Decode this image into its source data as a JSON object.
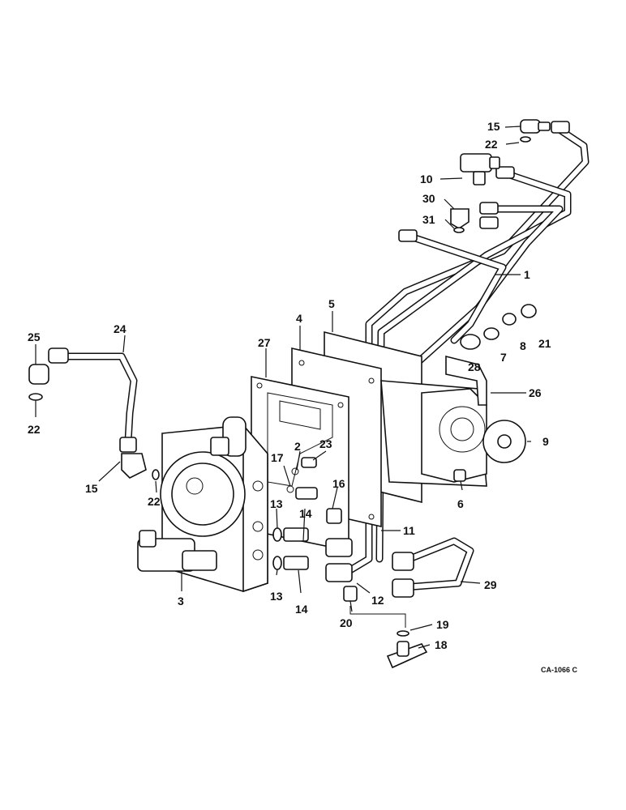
{
  "diagram": {
    "drawing_code": "CA-1066 C",
    "callouts": {
      "c1": "1",
      "c2": "2",
      "c3": "3",
      "c4": "4",
      "c5": "5",
      "c6": "6",
      "c7": "7",
      "c8": "8",
      "c9": "9",
      "c10": "10",
      "c11": "11",
      "c12": "12",
      "c13a": "13",
      "c13b": "13",
      "c14a": "14",
      "c14b": "14",
      "c15a": "15",
      "c15b": "15",
      "c16": "16",
      "c17": "17",
      "c18": "18",
      "c19": "19",
      "c20": "20",
      "c21": "21",
      "c22a": "22",
      "c22b": "22",
      "c22c": "22",
      "c23": "23",
      "c24": "24",
      "c25": "25",
      "c26": "26",
      "c27": "27",
      "c28": "28",
      "c29": "29",
      "c30": "30",
      "c31": "31"
    }
  }
}
